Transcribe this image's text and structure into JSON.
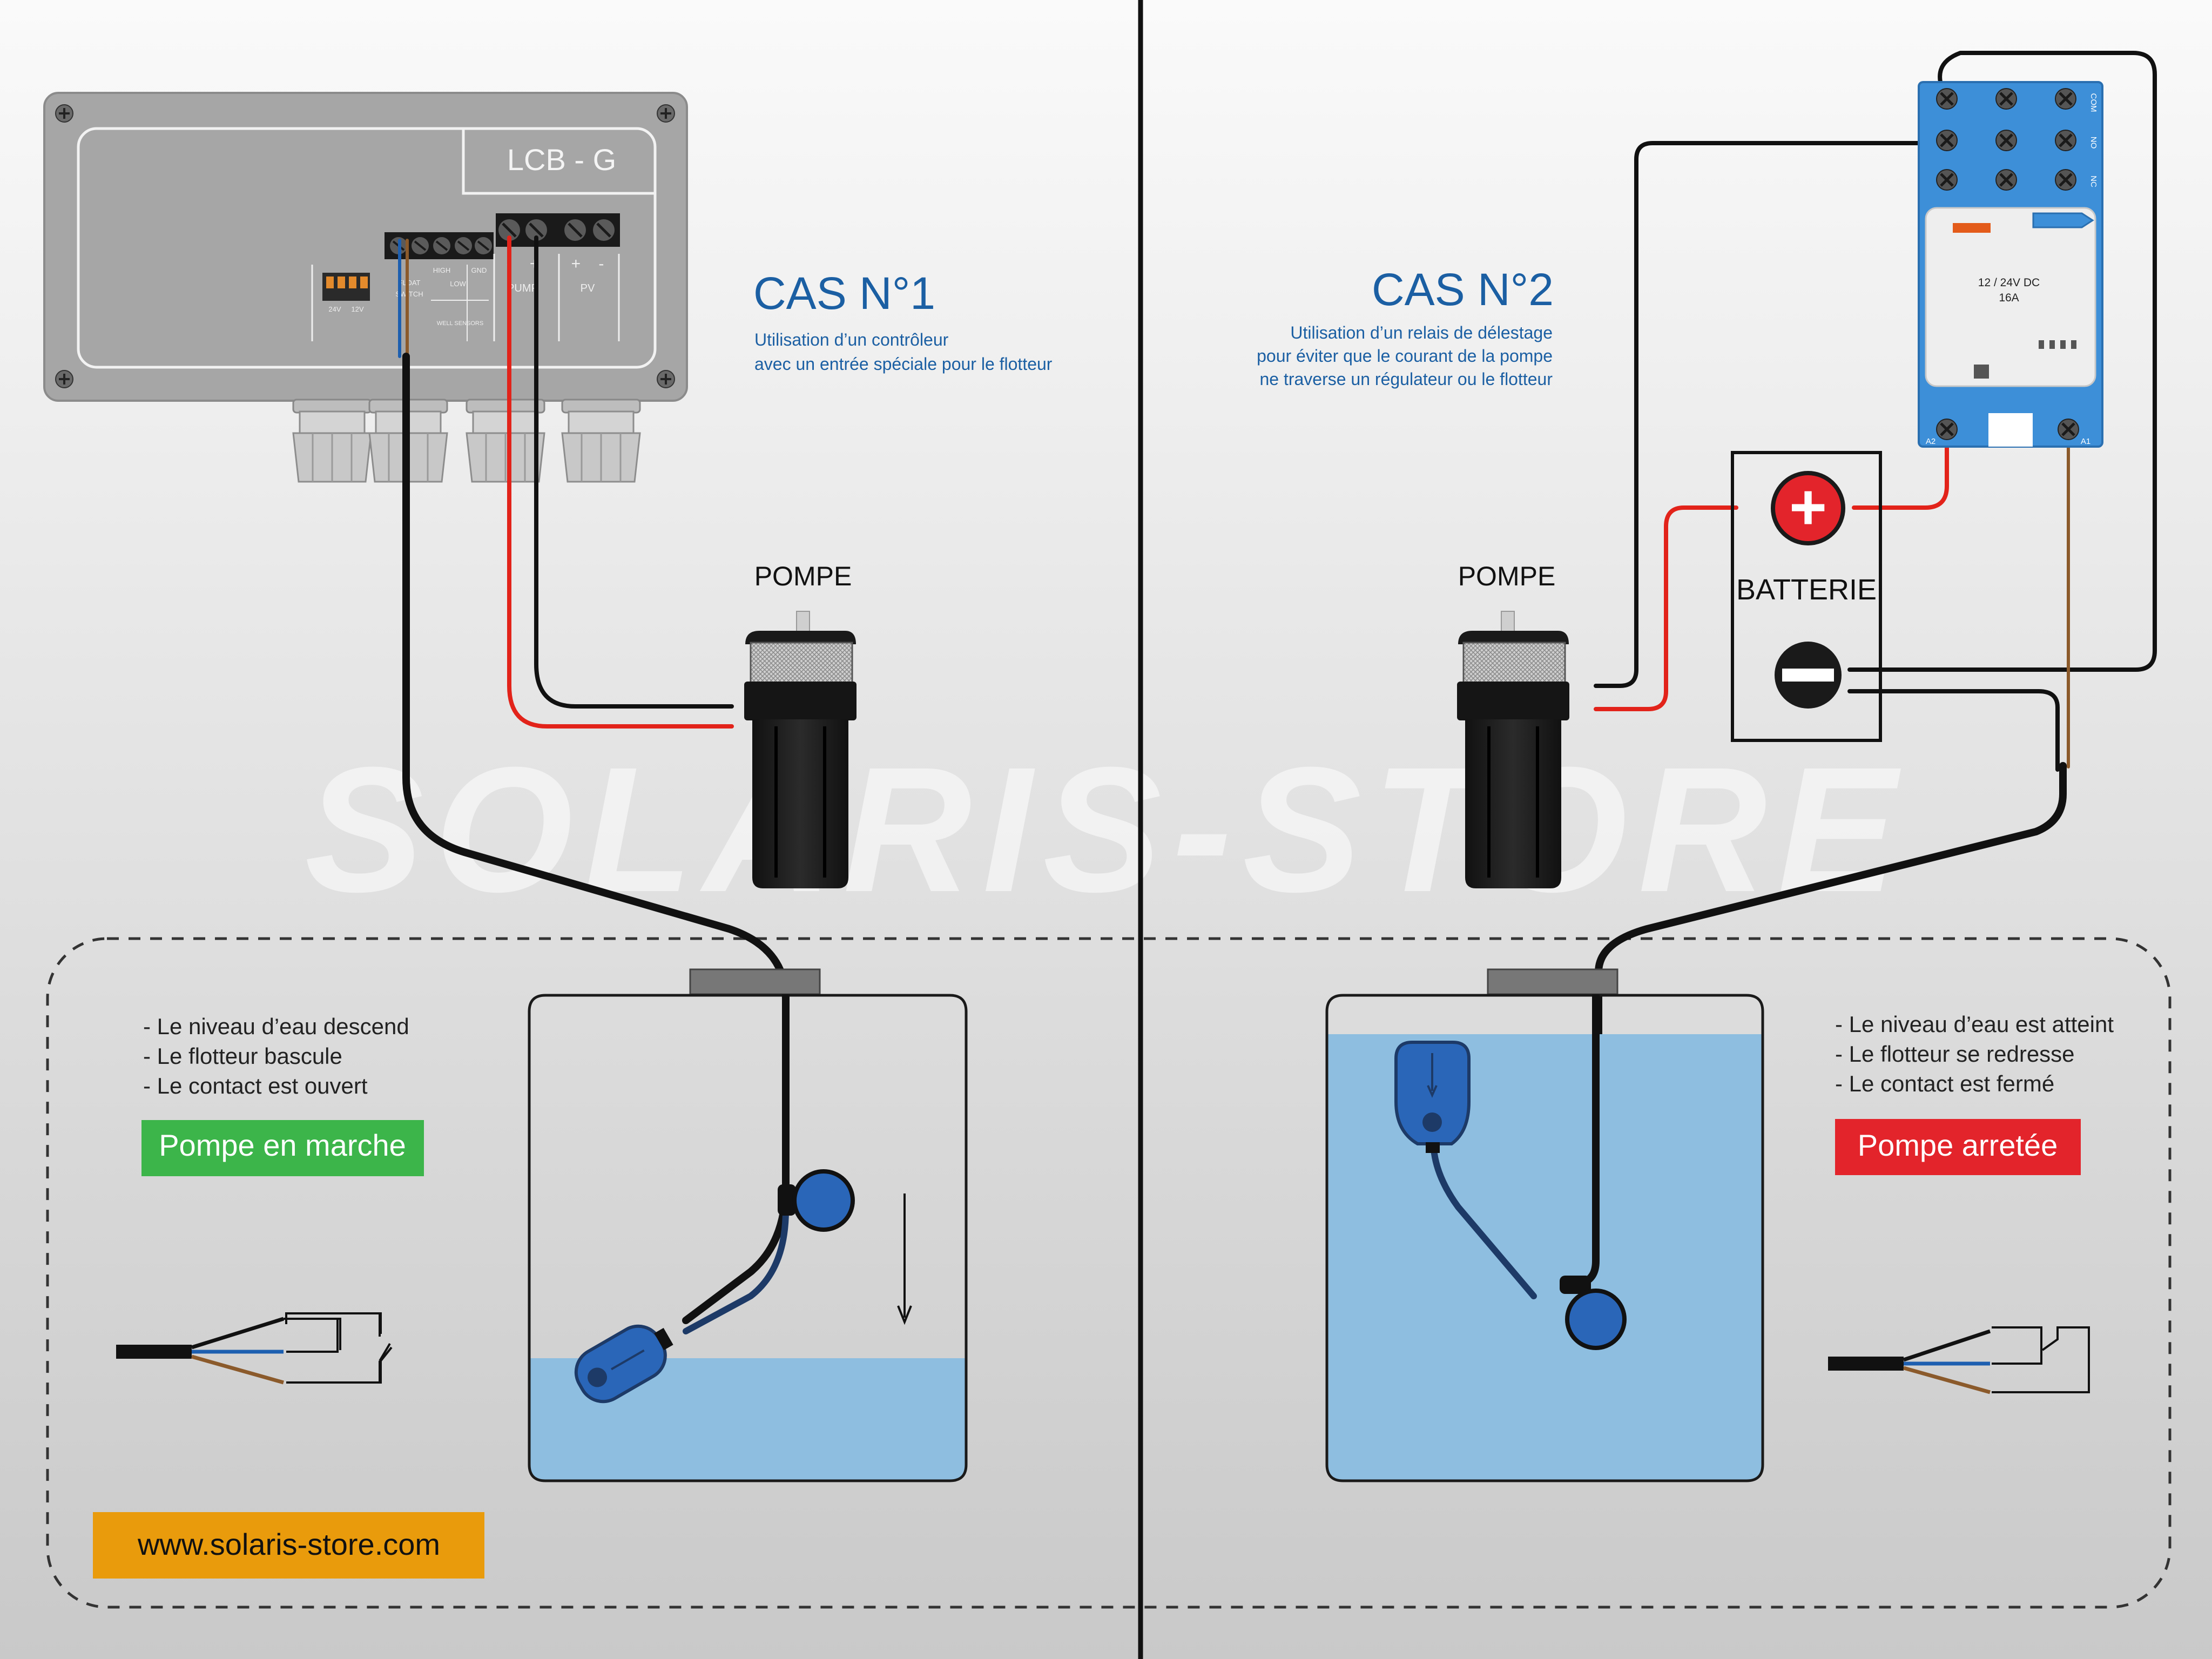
{
  "watermark": "SOLARIS-STORE",
  "case1": {
    "title": "CAS N°1",
    "desc_line1": "Utilisation d’un contrôleur",
    "desc_line2": "avec un entrée spéciale pour le flotteur"
  },
  "case2": {
    "title": "CAS N°2",
    "desc_line1": "Utilisation d’un relais de délestage",
    "desc_line2": "pour éviter que le courant de la pompe",
    "desc_line3": "ne traverse un régulateur ou le flotteur"
  },
  "controller": {
    "name": "LCB  -  G",
    "switch_label_left": "24V",
    "switch_label_right": "12V",
    "term_float_top": "FLOAT",
    "term_float_bottom": "SWITCH",
    "term_high": "HIGH",
    "term_gnd": "GND",
    "term_low": "LOW",
    "term_well": "WELL SENSORS",
    "pump_signs": "-    +",
    "pump_label": "PUMP",
    "pv_signs": "+    -",
    "pv_label": "PV"
  },
  "pump_left_label": "POMPE",
  "pump_right_label": "POMPE",
  "relay": {
    "voltage": "12 / 24V DC",
    "current": "16A",
    "com": "COM",
    "no": "NO",
    "nc": "NC",
    "a2": "A2",
    "a1": "A1"
  },
  "battery": {
    "label": "BATTERIE",
    "plus": "+",
    "minus": "−"
  },
  "left_notes": [
    "- Le niveau d’eau descend",
    "- Le flotteur bascule",
    "- Le contact est ouvert"
  ],
  "left_status": "Pompe en marche",
  "right_notes": [
    "- Le niveau d’eau est atteint",
    "- Le flotteur se redresse",
    "- Le contact est fermé"
  ],
  "right_status": "Pompe arretée",
  "website": "www.solaris-store.com",
  "colors": {
    "blue_text": "#1b5fa3",
    "green": "#3cb54a",
    "red": "#e3242b",
    "orange": "#e99b0c",
    "relay_blue": "#3d8fd8",
    "water": "#8ebee0",
    "float_blue": "#2a66b8",
    "wire_red": "#e2231a",
    "wire_brown": "#8b5a2b"
  }
}
